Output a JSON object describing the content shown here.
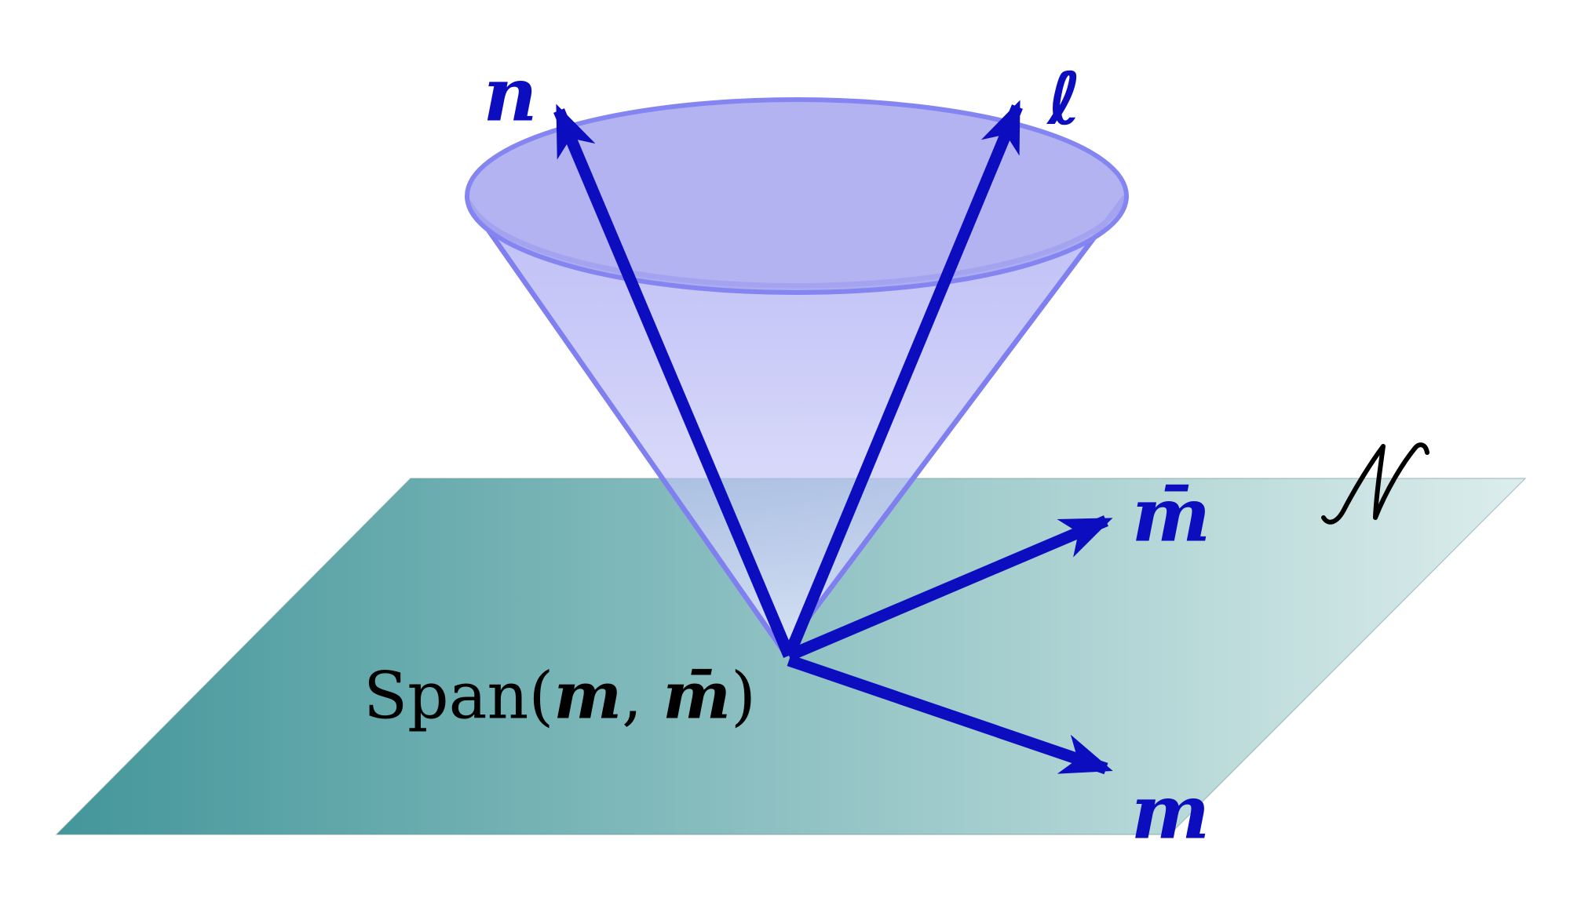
{
  "labels": {
    "vector_n": "n",
    "vector_ell": "ℓ",
    "vector_m_bar": "m̄",
    "vector_m": "m",
    "plane_region": "𝒩",
    "span": {
      "prefix": "Span(",
      "arg1": "m",
      "separator": ", ",
      "arg2": "m̄",
      "suffix": ")",
      "full": "Span(m, m̄)"
    }
  },
  "colors": {
    "vector_blue": "#0d0dc0",
    "cone_rim": "#7f7ff0",
    "ellipse_rim": "#8585f2",
    "cone_fill_top": "#8080ee",
    "cone_fill_mid": "#bbbdf5",
    "cone_fill_bottom": "#e2e8fc",
    "ellipse_fill": "#a8a8ef",
    "plane_dark": "#43969a",
    "plane_light": "#dcedec",
    "plane_edge": "#6f9ba0",
    "label_black": "#000000",
    "background": "#ffffff"
  }
}
